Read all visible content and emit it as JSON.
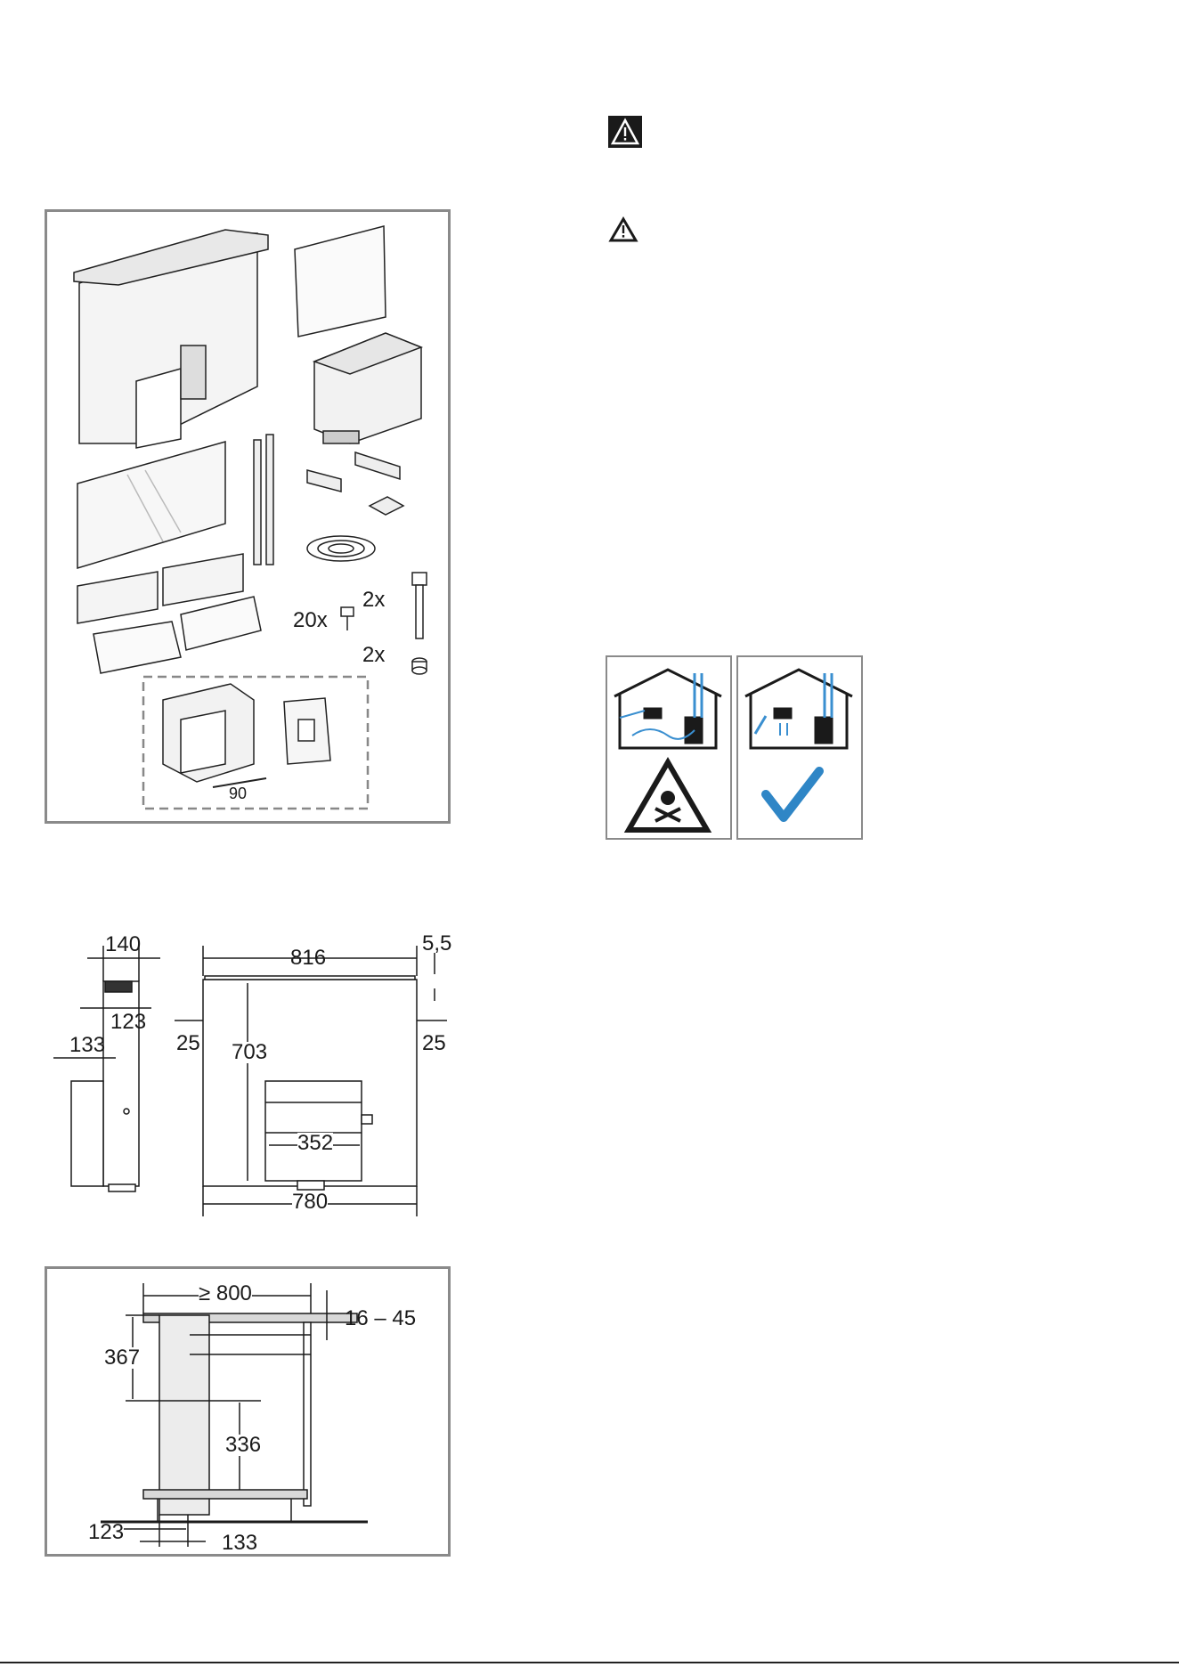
{
  "parts_panel": {
    "qty_screws": "20x",
    "qty_pins": "2x",
    "qty_caps": "2x",
    "optional_width": "90"
  },
  "dimensions_panel": {
    "width_top": "140",
    "depth_inner": "123",
    "side_133": "133",
    "total_width": "816",
    "top_thickness": "5,5",
    "offset_left": "25",
    "offset_right": "25",
    "height": "703",
    "motor_width": "352",
    "base_width": "780"
  },
  "install_panel": {
    "min_width": "≥ 800",
    "worktop_range": "16 – 45",
    "height_367": "367",
    "height_336": "336",
    "offset_123": "123",
    "offset_133": "133"
  },
  "colors": {
    "panel_border": "#8a8a8a",
    "accent_blue": "#3a8fd0",
    "check_blue": "#2f86c6"
  }
}
